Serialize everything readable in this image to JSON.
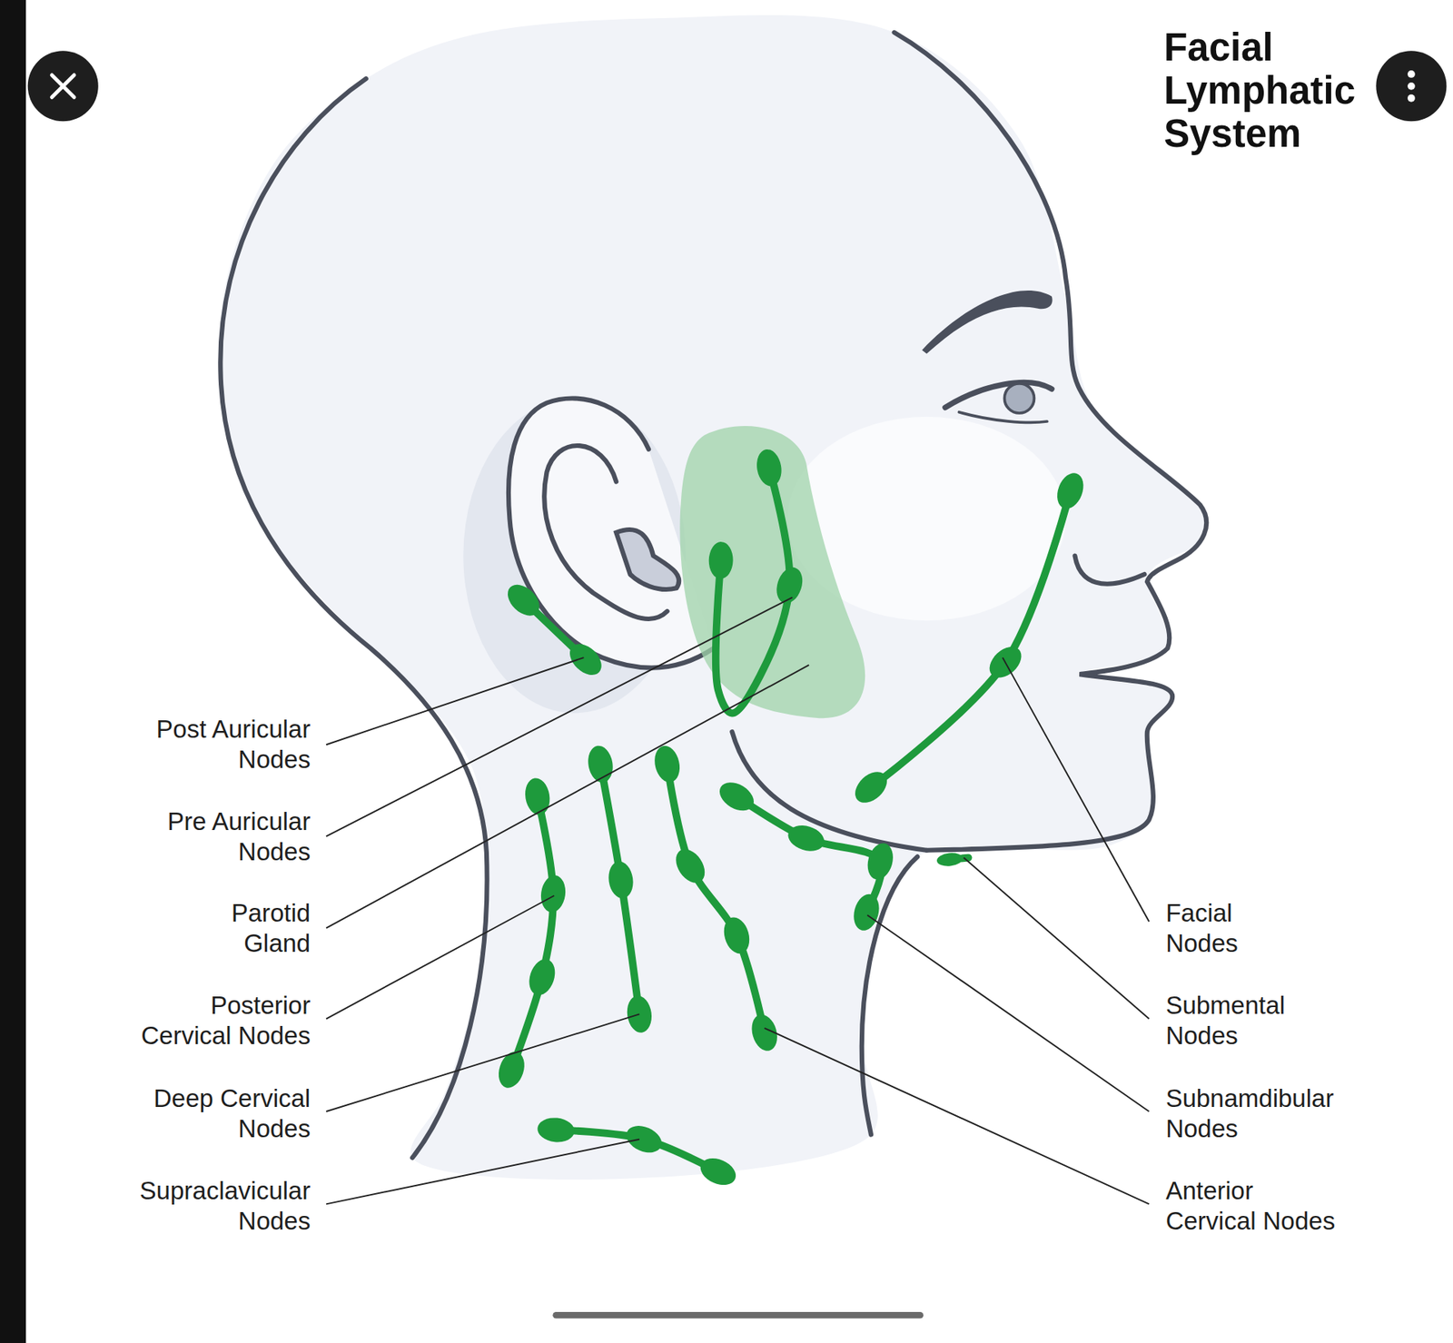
{
  "diagram": {
    "title": "Facial Lymphatic System",
    "labels": [
      "Post Auricular Nodes",
      "Pre Auricular Nodes",
      "Parotid Gland",
      "Posterior Cervical Nodes",
      "Deep Cervical Nodes",
      "Supraclavicular Nodes",
      "Facial Nodes",
      "Submental Nodes",
      "Subnamdibular Nodes",
      "Anterior Cervical Nodes"
    ]
  }
}
